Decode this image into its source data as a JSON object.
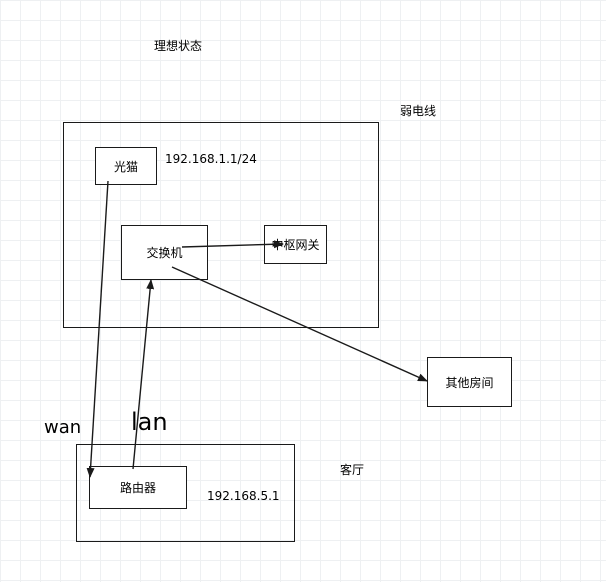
{
  "title": "理想状态",
  "zones": {
    "weak_current": "弱电线",
    "living_room": "客厅"
  },
  "nodes": {
    "modem": "光猫",
    "switch": "交换机",
    "hub_gateway": "中枢网关",
    "other_rooms": "其他房间",
    "router": "路由器"
  },
  "ip": {
    "modem": "192.168.1.1/24",
    "router": "192.168.5.1"
  },
  "ports": {
    "wan": "wan",
    "lan": "lan"
  },
  "colors": {
    "line": "#1a1a1a",
    "grid": "#eef0f2"
  }
}
